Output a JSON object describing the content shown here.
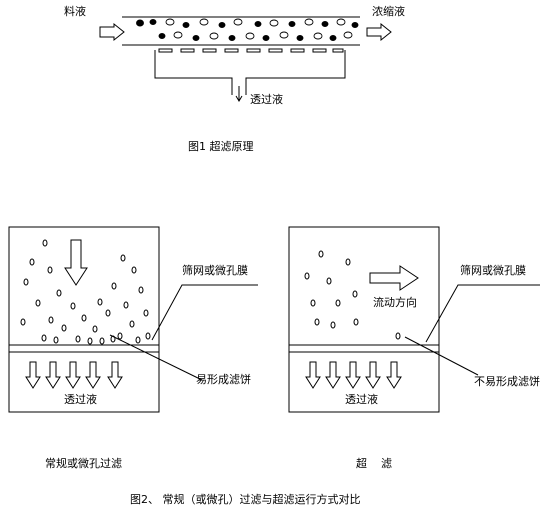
{
  "fig1": {
    "feed_label": "料液",
    "concentrate_label": "浓缩液",
    "permeate_label": "透过液",
    "caption": "图1  超滤原理"
  },
  "fig2": {
    "left": {
      "membrane_label": "筛网或微孔膜",
      "cake_label": "易形成滤饼",
      "permeate_label": "透过液",
      "caption": "常规或微孔过滤"
    },
    "right": {
      "membrane_label": "筛网或微孔膜",
      "flow_label": "流动方向",
      "no_cake_label": "不易形成滤饼",
      "permeate_label": "透过液",
      "caption": "超    滤"
    },
    "caption": "图2、 常规（或微孔）过滤与超滤运行方式对比"
  }
}
